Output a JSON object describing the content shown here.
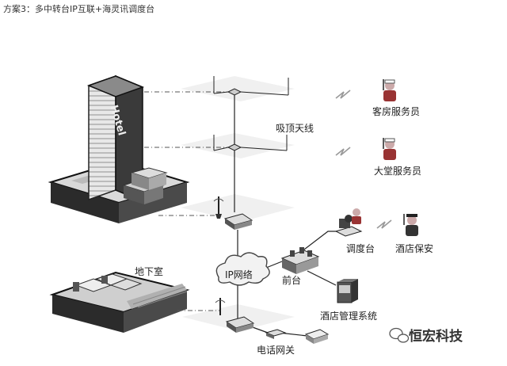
{
  "title": "方案3：多中转台IP互联+海灵讯调度台",
  "labels": {
    "ceiling_antenna": "吸顶天线",
    "room_attendant": "客房服务员",
    "lobby_attendant": "大堂服务员",
    "dispatch_console": "调度台",
    "hotel_security": "酒店保安",
    "ip_network": "IP网络",
    "front_desk": "前台",
    "hotel_mgmt_system": "酒店管理系统",
    "basement": "地下室",
    "telephone_gateway": "电话网关",
    "hotel_sign": "Hotel"
  },
  "watermark": {
    "text": "恒宏科技",
    "icon": "wechat-icon"
  }
}
